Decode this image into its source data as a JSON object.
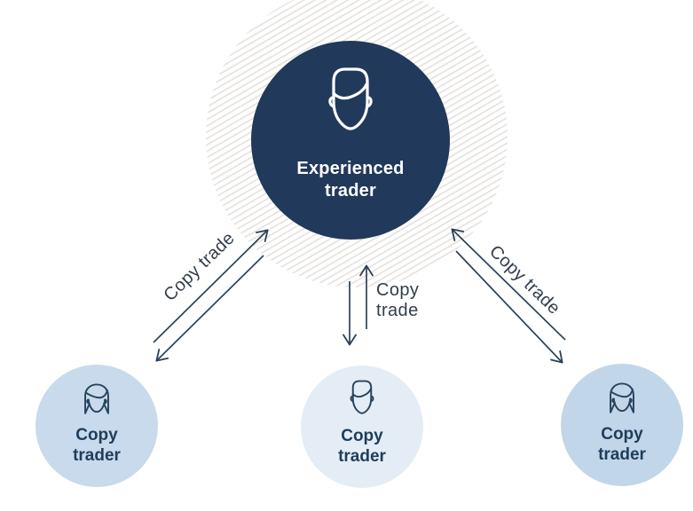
{
  "experienced_trader": {
    "label": "Experienced\ntrader",
    "icon": "man-face-icon"
  },
  "copy_traders": [
    {
      "label": "Copy\ntrader",
      "icon": "woman-face-icon",
      "position": "bottom-left"
    },
    {
      "label": "Copy\ntrader",
      "icon": "man-face-icon",
      "position": "bottom-center"
    },
    {
      "label": "Copy\ntrader",
      "icon": "woman-face-icon",
      "position": "bottom-right"
    }
  ],
  "arrows": [
    {
      "label": "Copy trade",
      "bidirectional": true,
      "position": "left"
    },
    {
      "label": "Copy\ntrade",
      "bidirectional": true,
      "position": "center"
    },
    {
      "label": "Copy trade",
      "bidirectional": true,
      "position": "right"
    }
  ],
  "colors": {
    "main_circle": "#21395a",
    "left_circle": "#c8daeb",
    "center_circle": "#e4edf5",
    "right_circle": "#c2d6e9",
    "main_text": "#ffffff",
    "small_text": "#1f3d5c",
    "icon_stroke_light": "#ffffff",
    "icon_stroke_dark": "#26445e",
    "arrow_stroke": "#2b4156",
    "arrow_label_text": "#333e4b",
    "hatch_stripe": "#e7e4e1",
    "background": "#ffffff"
  }
}
